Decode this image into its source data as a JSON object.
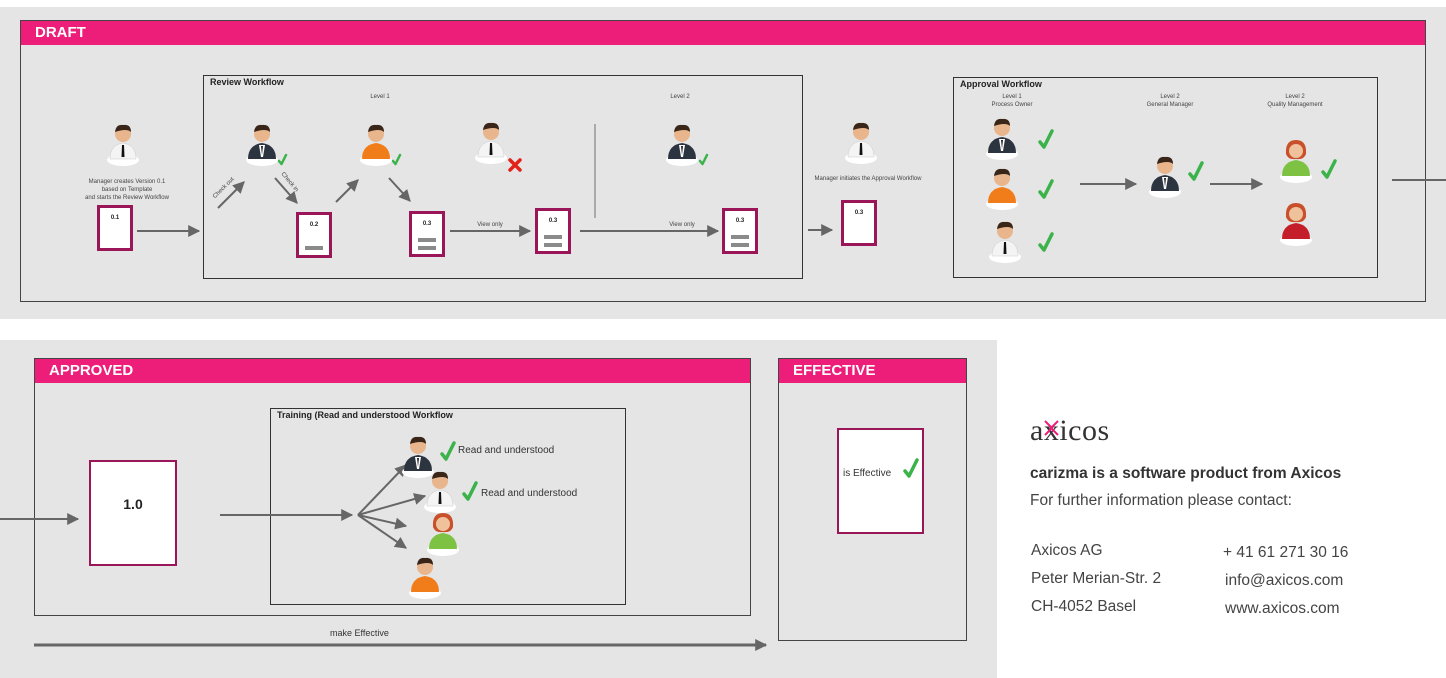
{
  "draft": {
    "title": "DRAFT",
    "review_workflow": {
      "title": "Review Workflow",
      "level1": "Level 1",
      "level2": "Level 2",
      "check_out": "Check out",
      "check_in": "Check in",
      "view_only_1": "View only",
      "view_only_2": "View only",
      "docs": [
        "0.2",
        "0.3",
        "0.3",
        "0.3"
      ]
    },
    "manager_caption": [
      "Manager creates Version 0.1",
      "based on Template",
      "and starts the Review Workflow"
    ],
    "doc_01": "0.1",
    "manager_initiates": "Manager initiates the Approval Workflow",
    "doc_approval": "0.3",
    "approval_workflow": {
      "title": "Approval Workflow",
      "col1": [
        "Level 1",
        "Process Owner"
      ],
      "col2": [
        "Level 2",
        "General Manager"
      ],
      "col3": [
        "Level 2",
        "Quality Management"
      ]
    }
  },
  "approved": {
    "title": "APPROVED",
    "version": "1.0",
    "training": {
      "title": "Training (Read and understood Workflow",
      "read1": "Read and understood",
      "read2": "Read and understood"
    },
    "make_effective": "make Effective"
  },
  "effective": {
    "title": "EFFECTIVE",
    "is_effective": "is Effective"
  },
  "company": {
    "logo": "axicos",
    "tagline": "carizma is a software product from Axicos",
    "contact_line": "For further information please contact:",
    "address": [
      "Axicos AG",
      "Peter Merian-Str. 2",
      "CH-4052 Basel"
    ],
    "contacts": [
      "+ 41 61 271 30 16",
      "info@axicos.com",
      "www.axicos.com"
    ]
  },
  "colors": {
    "header_pink": "#ec1e79",
    "doc_border": "#9a1659",
    "check_green": "#3bb34a",
    "reject_red": "#e2231a",
    "panel_grey": "#e5e5e6"
  }
}
